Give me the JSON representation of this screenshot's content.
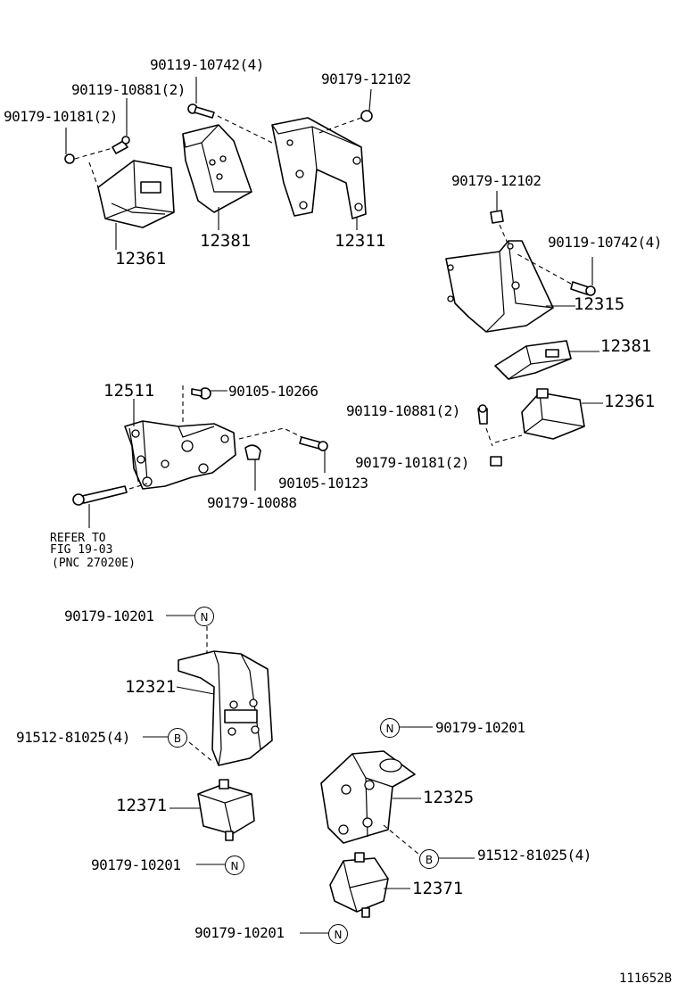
{
  "labels": {
    "bolt_90119_10742_top": "90119-10742(4)",
    "bolt_90119_10881_top": "90119-10881(2)",
    "nut_90179_10181_top": "90179-10181(2)",
    "nut_90179_12102_top": "90179-12102",
    "part_12361_left": "12361",
    "part_12381_left": "12381",
    "part_12311": "12311",
    "nut_90179_12102_right": "90179-12102",
    "bolt_90119_10742_right": "90119-10742(4)",
    "part_12315": "12315",
    "part_12381_right": "12381",
    "part_12361_right": "12361",
    "bolt_90119_10881_right": "90119-10881(2)",
    "nut_90179_10181_right": "90179-10181(2)",
    "part_12511": "12511",
    "bolt_90105_10266": "90105-10266",
    "bolt_90105_10123": "90105-10123",
    "nut_90179_10088": "90179-10088",
    "refer_line1": "REFER TO",
    "refer_line2": "FIG 19-03",
    "refer_line3": "(PNC 27020E)",
    "nut_90179_10201_a": "90179-10201",
    "part_12321": "12321",
    "bolt_91512_81025_left": "91512-81025(4)",
    "part_12371_left": "12371",
    "nut_90179_10201_b": "90179-10201",
    "nut_90179_10201_c": "90179-10201",
    "part_12325": "12325",
    "bolt_91512_81025_right": "91512-81025(4)",
    "part_12371_right": "12371",
    "nut_90179_10201_d": "90179-10201",
    "figure_id": "111652B"
  },
  "markers": {
    "n": "N",
    "b": "B"
  }
}
